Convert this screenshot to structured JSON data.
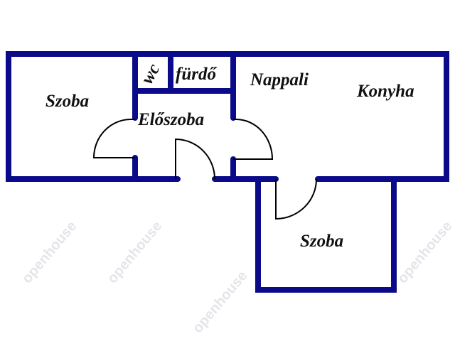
{
  "title": "Alaprajz",
  "colors": {
    "wall": "#0b0b8a",
    "door": "#000000",
    "text": "#111111"
  },
  "rooms": {
    "szoba_left": "Szoba",
    "wc": "wc",
    "furdo": "fürdő",
    "eloszoba": "Előszoba",
    "nappali": "Nappali",
    "konyha": "Konyha",
    "szoba_lower": "Szoba"
  },
  "watermark": "openhouse"
}
